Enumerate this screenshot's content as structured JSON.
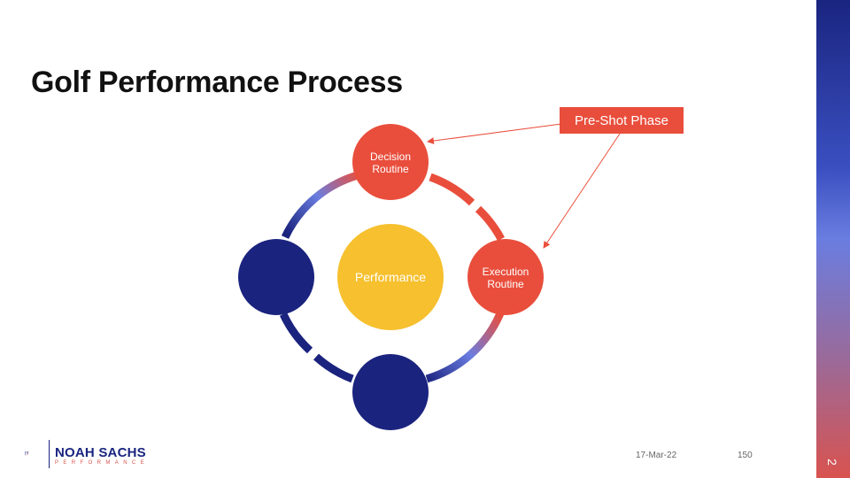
{
  "slide": {
    "title": "Golf Performance Process",
    "slide_number": "2",
    "date": "17-Mar-22",
    "page": "150"
  },
  "callout": {
    "label": "Pre-Shot Phase"
  },
  "cycle": {
    "center_label": "Performance",
    "nodes": [
      {
        "label": "Decision Routine",
        "color": "#e94e3c"
      },
      {
        "label": "Execution Routine",
        "color": "#e94e3c"
      },
      {
        "label": "",
        "color": "#1a237e"
      },
      {
        "label": "",
        "color": "#1a237e"
      }
    ],
    "center_color": "#f6c02e"
  },
  "logo": {
    "name": "NOAH SACHS",
    "subtitle": "PERFORMANCE"
  },
  "colors": {
    "accent_red": "#e94e3c",
    "navy": "#1a237e",
    "gold": "#f6c02e"
  }
}
